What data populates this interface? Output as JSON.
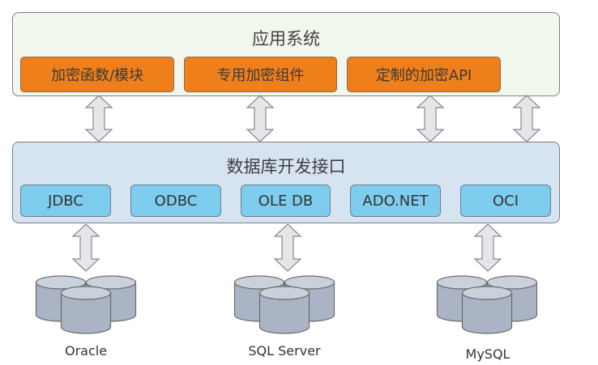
{
  "app_layer": {
    "title": "应用系统",
    "components": [
      {
        "label": "加密函数/模块"
      },
      {
        "label": "专用加密组件"
      },
      {
        "label": "定制的加密API"
      }
    ]
  },
  "interface_layer": {
    "title": "数据库开发接口",
    "interfaces": [
      {
        "label": "JDBC"
      },
      {
        "label": "ODBC"
      },
      {
        "label": "OLE DB"
      },
      {
        "label": "ADO.NET"
      },
      {
        "label": "OCI"
      }
    ]
  },
  "databases": [
    {
      "label": "Oracle"
    },
    {
      "label": "SQL Server"
    },
    {
      "label": "MySQL"
    }
  ],
  "colors": {
    "app_layer_bg": "#f2f7ee",
    "component_orange": "#ef7f1a",
    "interface_layer_bg": "#d6e4f2",
    "interface_blue": "#7ecdef",
    "arrow_fill": "#e6e6ea",
    "cylinder_fill": "#aab4c4"
  }
}
